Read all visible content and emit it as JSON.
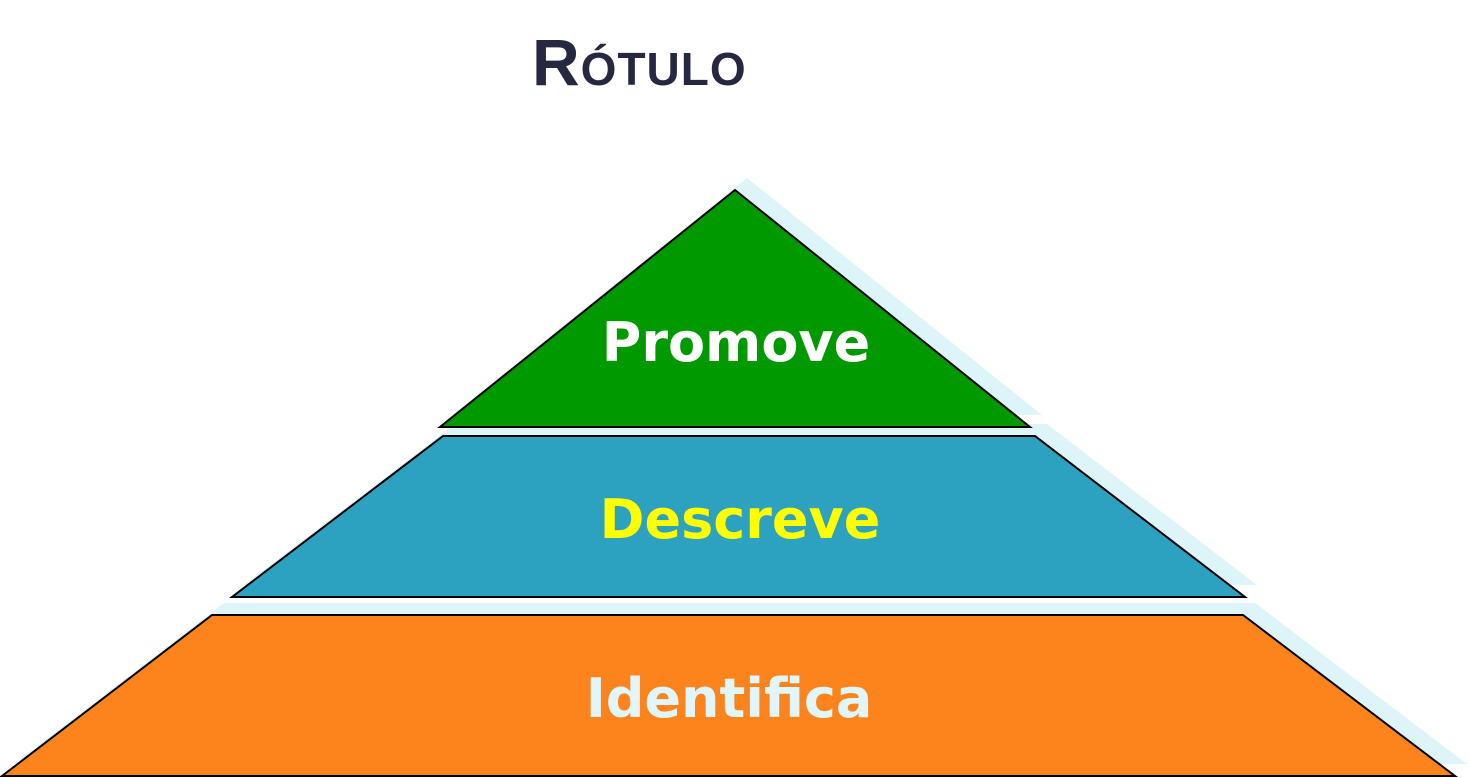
{
  "title": "Rótulo",
  "levels": [
    {
      "label": "Promove",
      "fill": "#009900",
      "text_color": "#ffffff"
    },
    {
      "label": "Descreve",
      "fill": "#2ca1c0",
      "text_color": "#ffff00"
    },
    {
      "label": "Identifica",
      "fill": "#fd841c",
      "text_color": "#e0f6fa"
    }
  ],
  "shadow_color": "#ddf4f8"
}
